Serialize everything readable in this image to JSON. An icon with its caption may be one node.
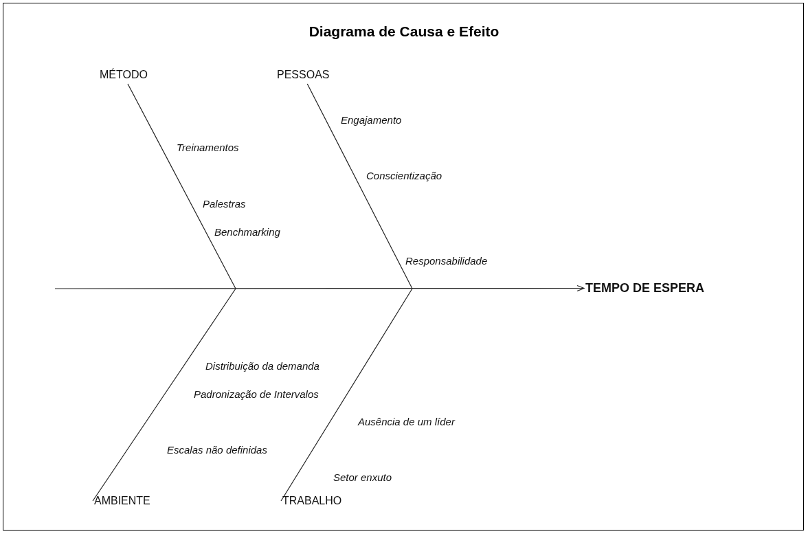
{
  "diagram": {
    "title": "Diagrama de Causa e Efeito",
    "nodes": [
      {
        "text": [
          "MÉTODO"
        ]
      },
      {
        "text": [
          "PESSOAS"
        ]
      },
      {
        "text": [
          "AMBIENTE"
        ]
      },
      {
        "text": [
          "TRABALHO"
        ]
      },
      {
        "text": [
          "TEMPO DE ESPERA"
        ]
      }
    ],
    "edges": [
      {
        "from": 0,
        "to": null,
        "arrow": "none"
      },
      {
        "from": 1,
        "to": null,
        "arrow": "none"
      },
      {
        "from": 2,
        "to": null,
        "arrow": "none"
      },
      {
        "from": 3,
        "to": null,
        "arrow": "none"
      },
      {
        "from": null,
        "to": 4,
        "arrow": "to"
      }
    ],
    "labels": [
      "Engajamento",
      "Treinamentos",
      "Conscientização",
      "Palestras",
      "Benchmarking",
      "Responsabilidade",
      "Distribuição da demanda",
      "Padronização de Intervalos",
      "Ausência de um líder",
      "Escalas não definidas",
      "Setor enxuto"
    ]
  }
}
